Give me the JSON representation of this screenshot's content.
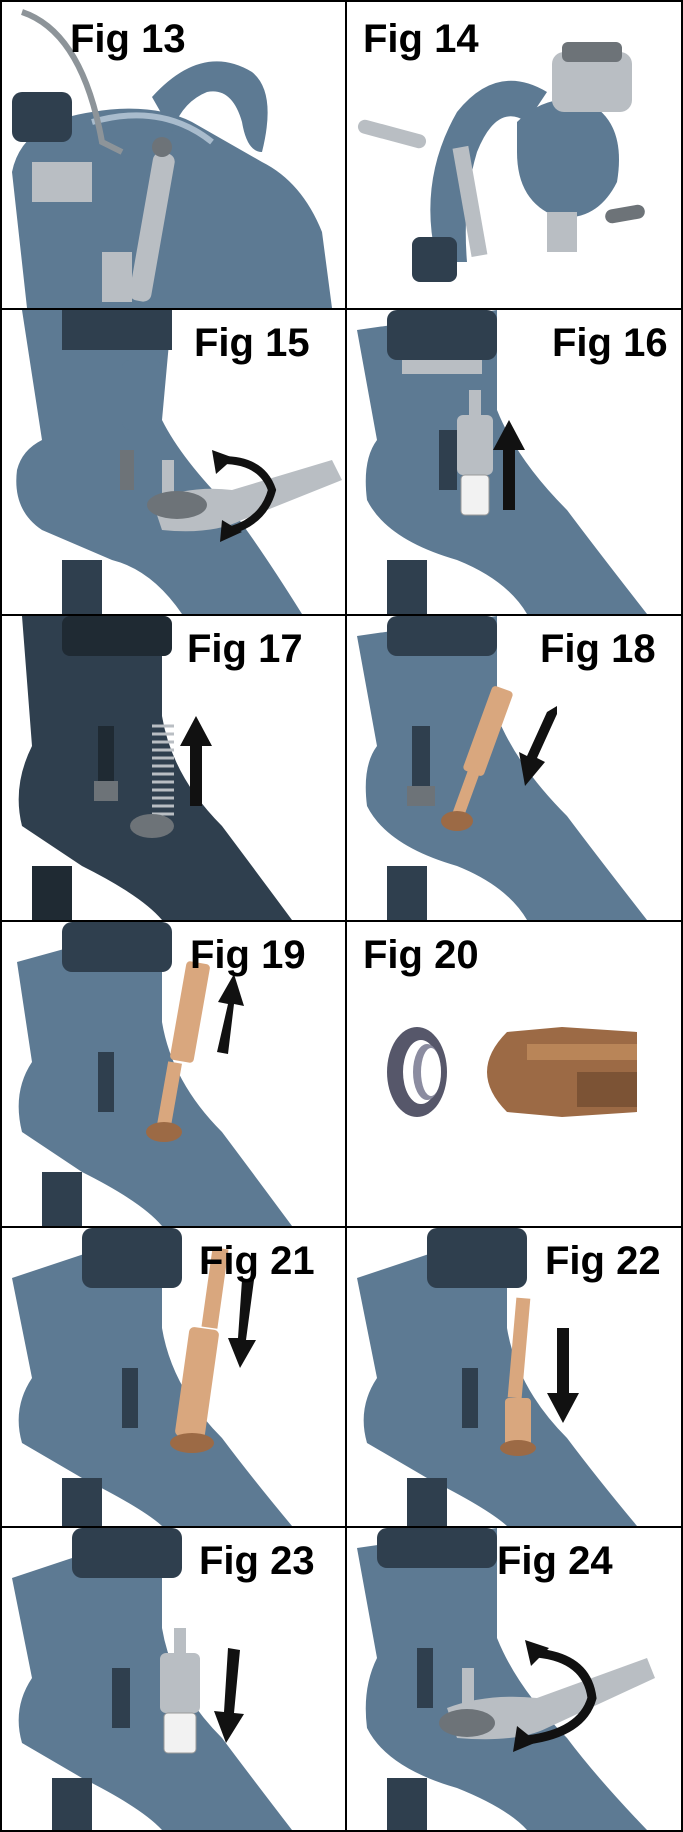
{
  "figures": [
    {
      "label": "Fig 13",
      "scene": "trigger-pin-overview"
    },
    {
      "label": "Fig 14",
      "scene": "trigger-pin-removed"
    },
    {
      "label": "Fig 15",
      "scene": "wrench-loosen-packing-nut"
    },
    {
      "label": "Fig 16",
      "scene": "remove-packing-assembly"
    },
    {
      "label": "Fig 17",
      "scene": "remove-spring"
    },
    {
      "label": "Fig 18",
      "scene": "insert-tool"
    },
    {
      "label": "Fig 19",
      "scene": "withdraw-tool"
    },
    {
      "label": "Fig 20",
      "scene": "seal-and-tool-tip"
    },
    {
      "label": "Fig 21",
      "scene": "insert-tool-with-seal"
    },
    {
      "label": "Fig 22",
      "scene": "press-seal-in"
    },
    {
      "label": "Fig 23",
      "scene": "reinstall-packing-assembly"
    },
    {
      "label": "Fig 24",
      "scene": "wrench-tighten-packing-nut"
    }
  ],
  "colors": {
    "gun_body": "#5d7a93",
    "gun_body_dark": "#2f3f4e",
    "gun_highlight": "#a9bccd",
    "tool_brass": "#d9a77e",
    "tool_brass_dark": "#9c6a45",
    "metal": "#b9bec3",
    "metal_dark": "#6d7378",
    "arrow": "#111111",
    "seal": "#56576a"
  }
}
